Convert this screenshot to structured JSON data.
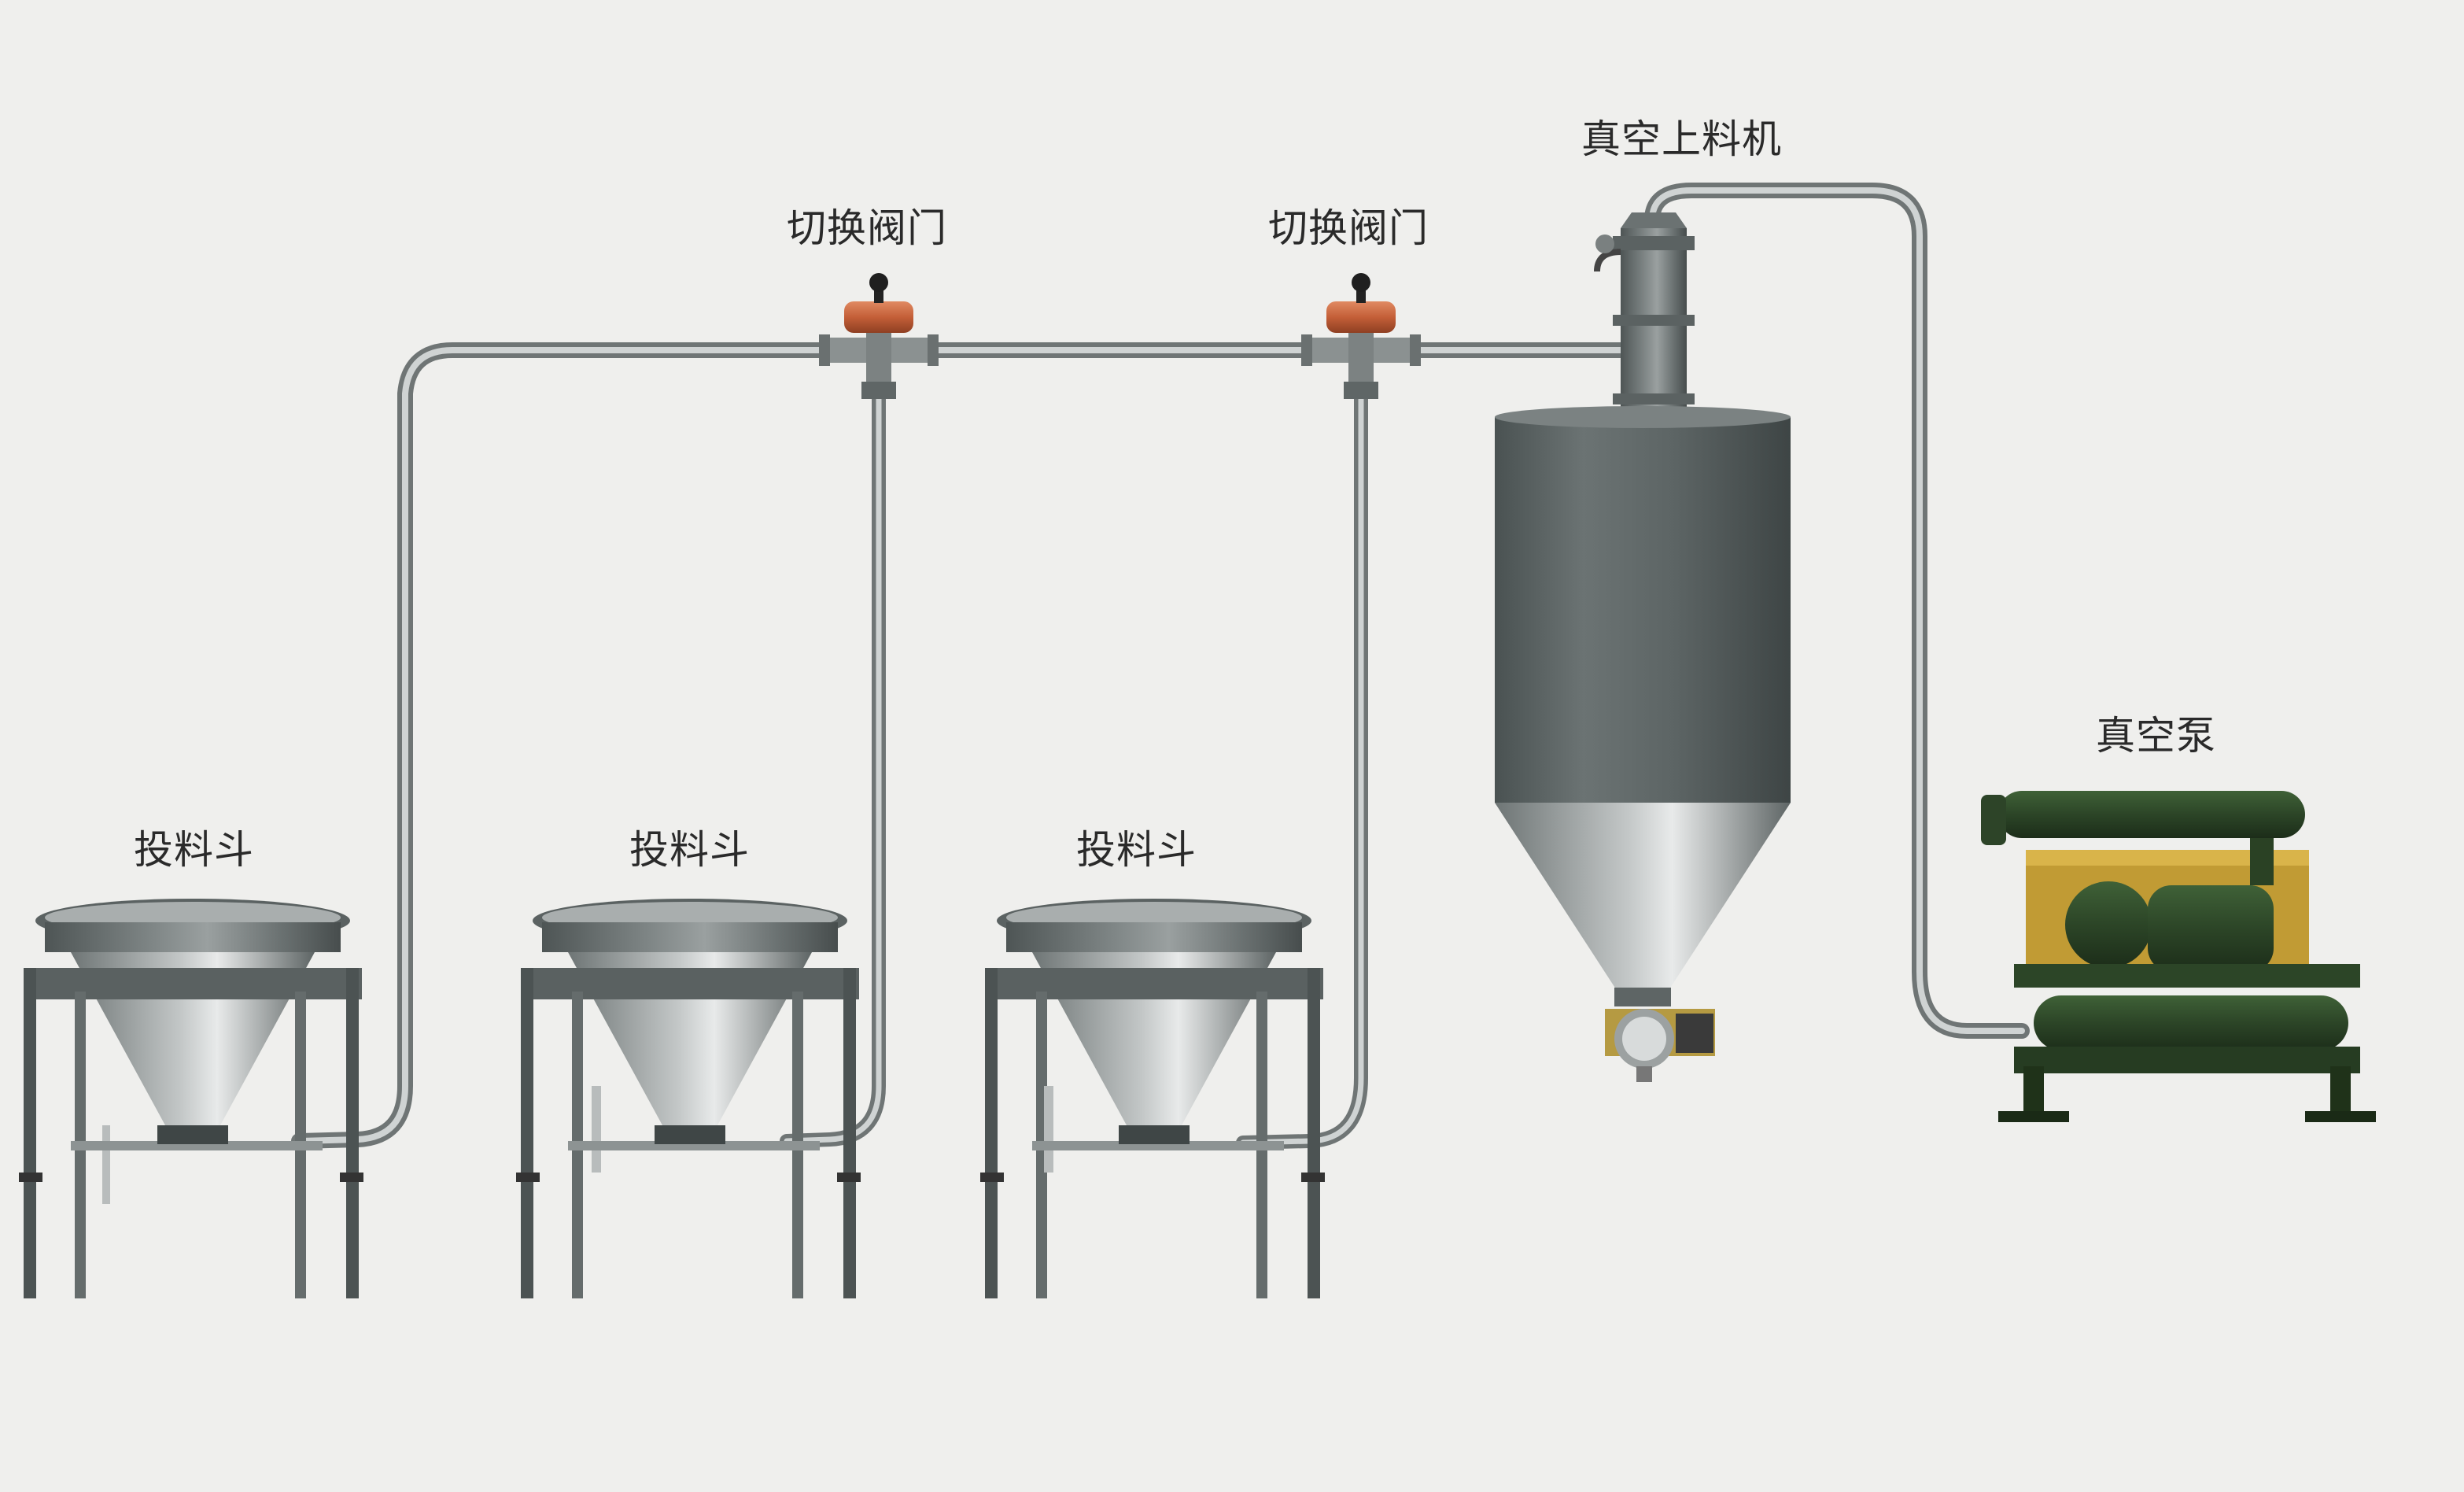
{
  "labels": {
    "hopper_1": "投料斗",
    "hopper_2": "投料斗",
    "hopper_3": "投料斗",
    "valve_1": "切换阀门",
    "valve_2": "切换阀门",
    "vacuum_loader": "真空上料机",
    "vacuum_pump": "真空泵"
  },
  "colors": {
    "background": "#efefed",
    "steel": "#8a8f8f",
    "steel_dark": "#555b5b",
    "pipe": "#a8adad",
    "valve_actuator": "#c8643c",
    "pump_body": "#2f4a2a",
    "pump_frame": "#c9a23a"
  }
}
